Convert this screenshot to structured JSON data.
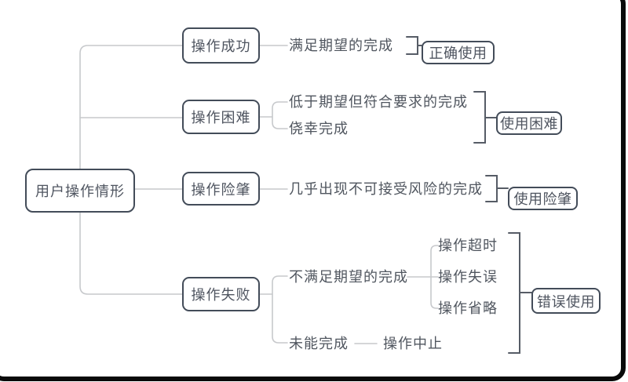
{
  "diagram": {
    "root": {
      "label": "用户操作情形"
    },
    "branches": [
      {
        "label": "操作成功",
        "children": [
          {
            "label": "满足期望的完成"
          }
        ],
        "result": "正确使用"
      },
      {
        "label": "操作困难",
        "children": [
          {
            "label": "低于期望但符合要求的完成"
          },
          {
            "label": "侥幸完成"
          }
        ],
        "result": "使用困难"
      },
      {
        "label": "操作险肇",
        "children": [
          {
            "label": "几乎出现不可接受风险的完成"
          }
        ],
        "result": "使用险肇"
      },
      {
        "label": "操作失败",
        "children": [
          {
            "label": "不满足期望的完成",
            "children": [
              {
                "label": "操作超时"
              },
              {
                "label": "操作失误"
              },
              {
                "label": "操作省略"
              }
            ]
          },
          {
            "label": "未能完成",
            "children": [
              {
                "label": "操作中止"
              }
            ]
          }
        ],
        "result": "错误使用"
      }
    ],
    "colors": {
      "connector_line": "#c7c9cc",
      "bracket_line": "#565c66",
      "node_border": "#434c59",
      "node_text": "#4f5560",
      "frame": "#0a0a0a",
      "background": "#ffffff"
    }
  }
}
